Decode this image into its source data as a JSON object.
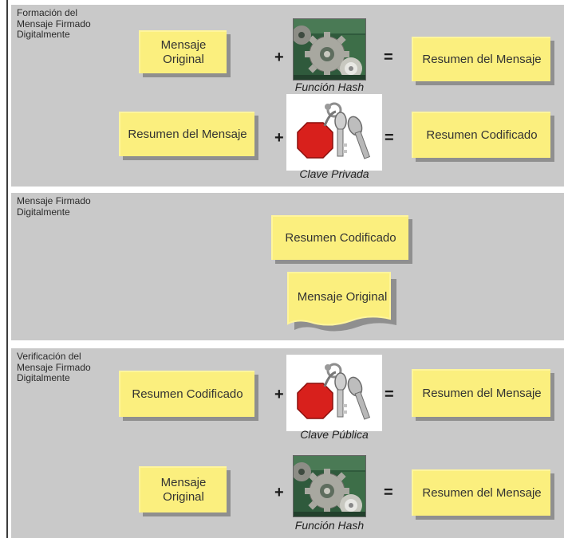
{
  "panels": [
    {
      "title": "Formación del Mensaje Firmado Digitalmente",
      "rows": [
        {
          "left": "Mensaje Original",
          "plus": "+",
          "image": "gears-icon",
          "caption": "Función Hash",
          "equals": "=",
          "right": "Resumen del Mensaje"
        },
        {
          "left": "Resumen del Mensaje",
          "plus": "+",
          "image": "keys-icon",
          "caption": "Clave Privada",
          "equals": "=",
          "right": "Resumen Codificado"
        }
      ]
    },
    {
      "title": "Mensaje Firmado Digitalmente",
      "notes": [
        "Resumen Codificado",
        "Mensaje Original"
      ]
    },
    {
      "title": "Verificación del Mensaje Firmado Digitalmente",
      "rows": [
        {
          "left": "Resumen Codificado",
          "plus": "+",
          "image": "keys-icon",
          "caption": "Clave Pública",
          "equals": "=",
          "right": "Resumen del Mensaje"
        },
        {
          "left": "Mensaje Original",
          "plus": "+",
          "image": "gears-icon",
          "caption": "Función Hash",
          "equals": "=",
          "right": "Resumen del Mensaje"
        }
      ]
    }
  ],
  "colors": {
    "panel": "#c9c9c9",
    "note": "#fbef7e",
    "shadow": "#8f8f8f",
    "stop_sign": "#d8201c"
  }
}
